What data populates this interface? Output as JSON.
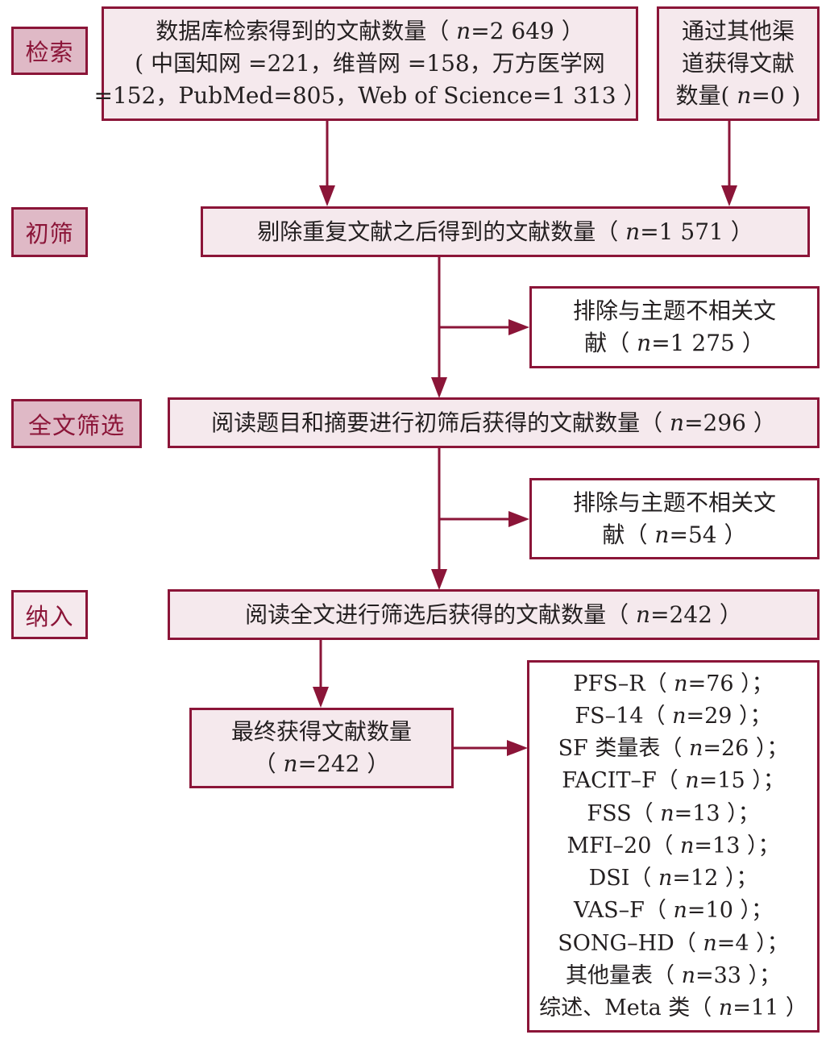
{
  "accent_color": "#8b1538",
  "stages": {
    "search": "检索",
    "initial_screen": "初筛",
    "fulltext_screen": "全文筛选",
    "inclusion": "纳入"
  },
  "boxes": {
    "database_search": {
      "lines": [
        "数据库检索得到的文献数量（ n=2 649 ）",
        "( 中国知网 =221，维普网 =158，万方医学网",
        "=152，PubMed=805，Web of Science=1 313 ）"
      ]
    },
    "other_sources": {
      "lines": [
        "通过其他渠",
        "道获得文献",
        "数量( n=0 )"
      ]
    },
    "after_dedup": {
      "lines": [
        "剔除重复文献之后得到的文献数量（ n=1 571 ）"
      ]
    },
    "excluded_1": {
      "lines": [
        "排除与主题不相关文",
        "献（ n=1 275 ）"
      ]
    },
    "after_title_abstract": {
      "lines": [
        "阅读题目和摘要进行初筛后获得的文献数量（ n=296 ）"
      ]
    },
    "excluded_2": {
      "lines": [
        "排除与主题不相关文",
        "献（ n=54 ）"
      ]
    },
    "after_fulltext": {
      "lines": [
        "阅读全文进行筛选后获得的文献数量（ n=242 ）"
      ]
    },
    "final_included": {
      "lines": [
        "最终获得文献数量",
        "（ n=242 ）"
      ]
    },
    "scale_breakdown": {
      "lines": [
        "PFS–R（ n=76 ）；",
        "FS–14（ n=29 ）；",
        "SF 类量表（ n=26 ）；",
        "FACIT–F（ n=15 ）；",
        "FSS（ n=13 ）；",
        "MFI–20（ n=13 ）；",
        "DSI（ n=12 ）；",
        "VAS–F（ n=10 ）；",
        "SONG–HD（ n=4 ）；",
        "其他量表（ n=33 ）；",
        "综述、Meta 类（ n=11 ）"
      ]
    }
  }
}
